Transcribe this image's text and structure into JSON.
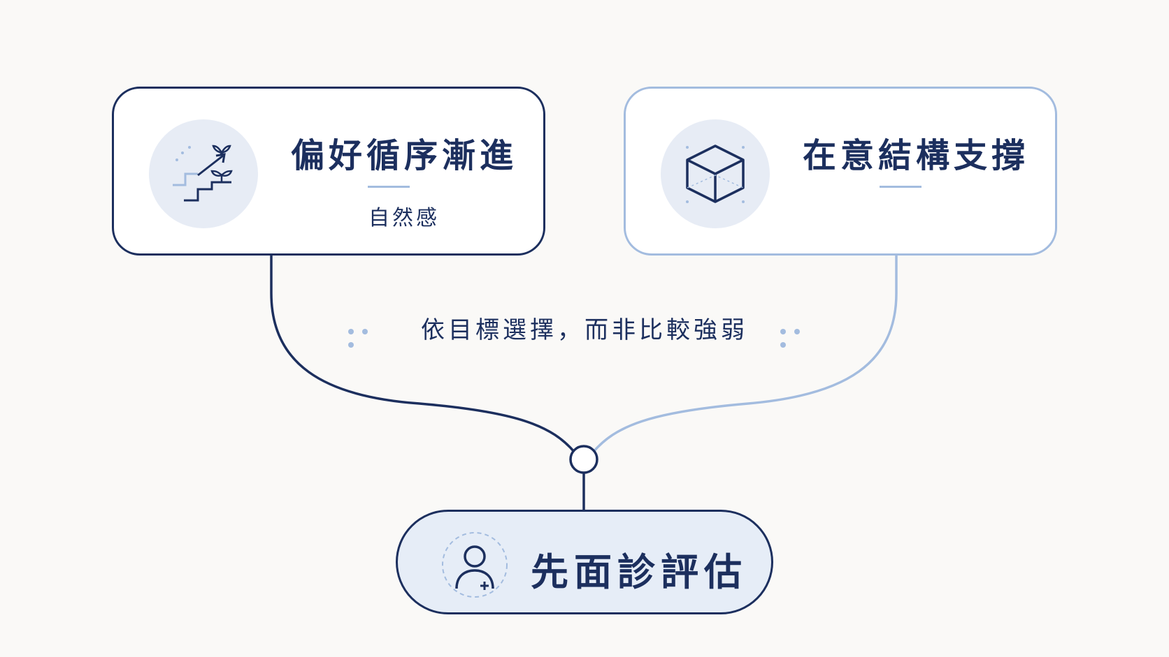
{
  "left_card": {
    "title": "偏好循序漸進",
    "subtitle": "自然感",
    "icon": "stairs-growth-icon"
  },
  "right_card": {
    "title": "在意結構支撐",
    "icon": "cube-icon"
  },
  "connector_caption": "依目標選擇，而非比較強弱",
  "bottom_node": {
    "title": "先面診評估",
    "icon": "person-add-icon"
  },
  "colors": {
    "navy": "#1c2f5e",
    "light_blue": "#a3bcdf",
    "icon_bg": "#e7ecf5",
    "pill_bg": "#e6edf7",
    "background": "#faf9f7"
  }
}
